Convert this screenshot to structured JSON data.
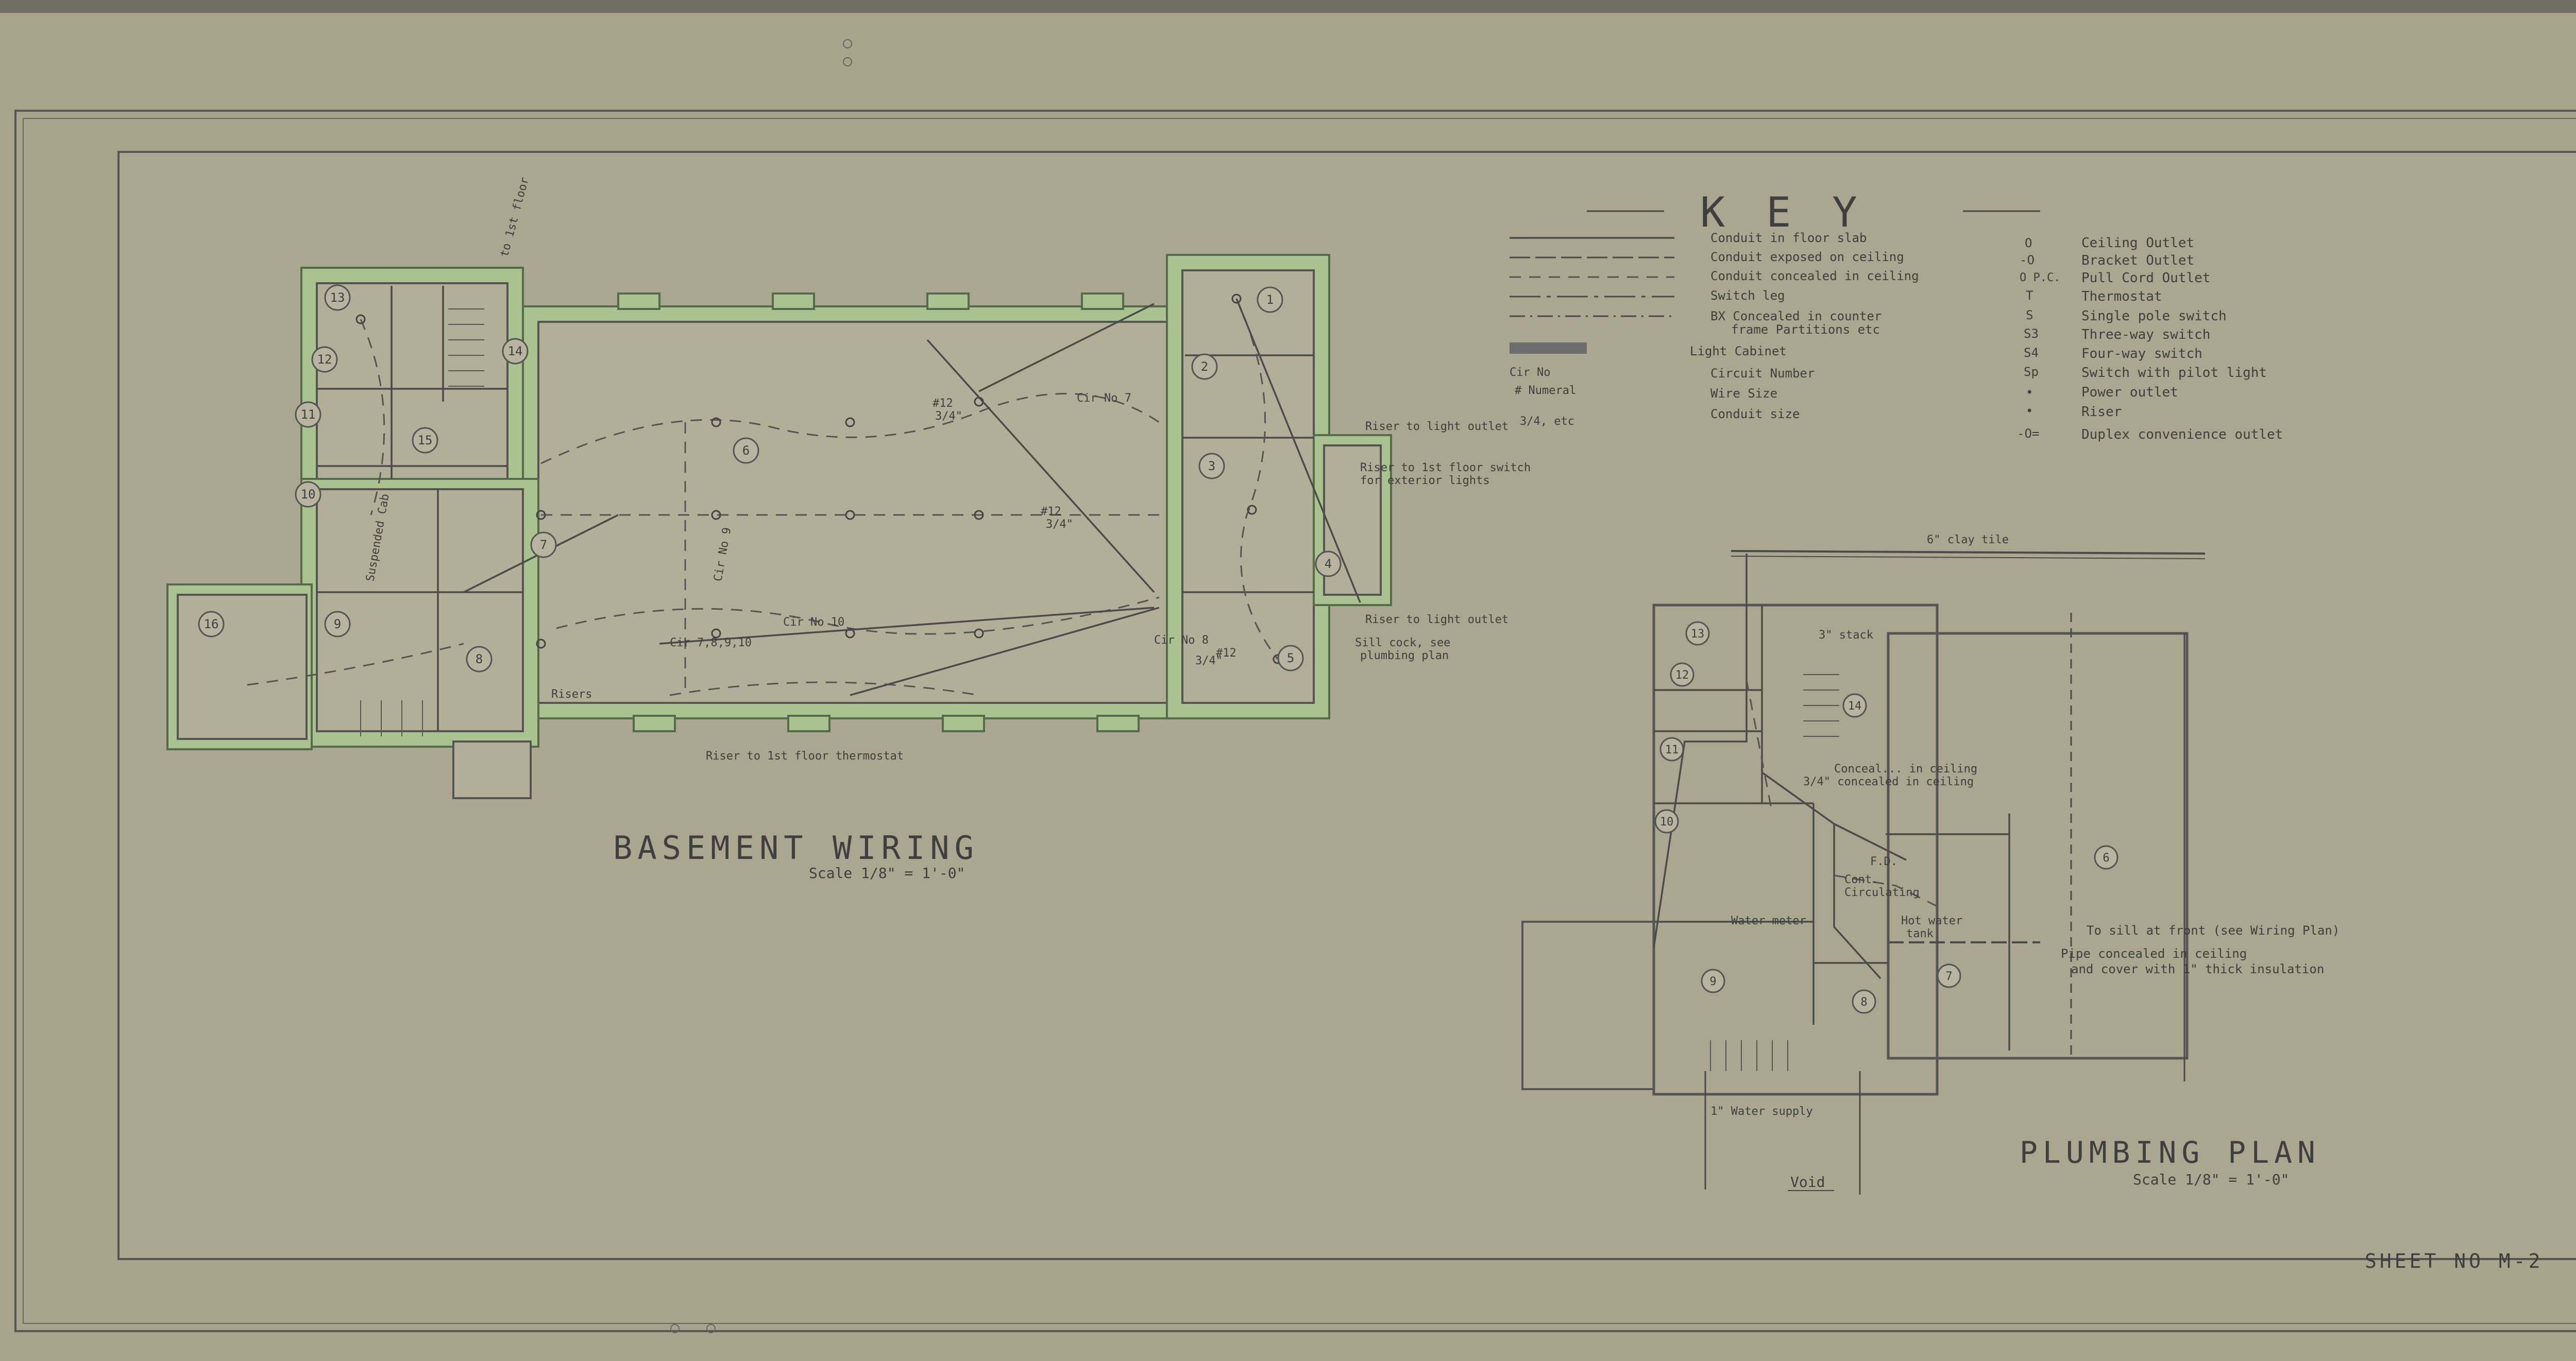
{
  "colors": {
    "paper": "#a8a48c",
    "paper_inner": "#aaa690",
    "wall_fill": "#a9c28f",
    "pencil": "#4a4a4a"
  },
  "key": {
    "title": "KEY",
    "line_items": [
      "Conduit in floor slab",
      "Conduit exposed on ceiling",
      "Conduit concealed in ceiling",
      "Switch leg",
      "BX Concealed in counter",
      "frame Partitions etc",
      "Light Cabinet",
      "Circuit Number",
      "Wire Size",
      "Conduit size"
    ],
    "left_codes": [
      "Cir No",
      "# Numeral",
      "3/4, etc"
    ],
    "symbol_items": [
      "Ceiling Outlet",
      "Bracket Outlet",
      "Pull Cord Outlet",
      "Thermostat",
      "Single pole switch",
      "Three-way switch",
      "Four-way switch",
      "Switch with pilot light",
      "Power outlet",
      "Riser",
      "Duplex convenience outlet"
    ],
    "symbol_codes": [
      "O",
      "-O",
      "O P.C.",
      "T",
      "S",
      "S3",
      "S4",
      "Sp",
      "•",
      "•",
      "-O="
    ]
  },
  "basement": {
    "title": "BASEMENT WIRING",
    "scale": "Scale 1/8\" = 1'-0\"",
    "room_numbers": [
      "1",
      "2",
      "3",
      "4",
      "5",
      "6",
      "7",
      "8",
      "9",
      "10",
      "11",
      "12",
      "13",
      "14",
      "15",
      "16"
    ],
    "annotations": {
      "first_floor": "to 1st floor",
      "cir7": "Cir No 7",
      "cir10": "Cir No 10",
      "cir8": "Cir No 8",
      "cir9": "Cir No 9",
      "cir_multi": "Cir 7,8,9,10",
      "riser_light": "Riser to light outlet",
      "riser_switch": "Riser to 1st floor switch",
      "riser_switch2": "for exterior lights",
      "riser_light2": "Riser to light outlet",
      "sill_cock": "Sill cock, see",
      "sill_cock2": "plumbing plan",
      "riser_thermo": "Riser to 1st floor thermostat",
      "risers": "Risers",
      "suspended": "Suspended Cab",
      "wire12a": "#12",
      "wire12b": "#12",
      "wire12c": "#12",
      "conduit34a": "3/4\"",
      "conduit34b": "3/4\"",
      "conduit34c": "3/4\""
    }
  },
  "plumbing": {
    "title": "PLUMBING PLAN",
    "scale": "Scale 1/8\" = 1'-0\"",
    "room_numbers": [
      "6",
      "7",
      "8",
      "9",
      "10",
      "11",
      "12",
      "13",
      "14"
    ],
    "annotations": {
      "clay_tile": "6\" clay tile",
      "stack": "3\" stack",
      "conceal_ceiling": "Conceal... in ceiling",
      "concealed_ceiling": "3/4\" concealed in ceiling",
      "water_meter": "Water meter",
      "circulating": "Circulating",
      "hot_water": "Hot water",
      "tank": "tank",
      "to_sill": "To sill at front (see Wiring Plan)",
      "pipe_concealed": "Pipe concealed in ceiling",
      "cover_insulation": "and cover with 1\" thick insulation",
      "water_supply": "1\" Water supply",
      "void": "Void",
      "cont": "Cont.",
      "fd": "F.D."
    }
  },
  "sheet_number": "SHEET NO M-2"
}
